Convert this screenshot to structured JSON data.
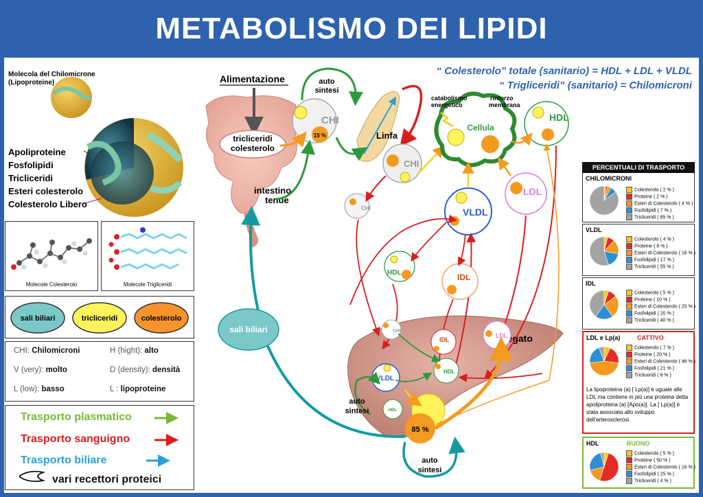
{
  "title": "METABOLISMO DEI LIPIDI",
  "formulas": {
    "total": "“ Colesterolo” totale (sanitario) = HDL + LDL + VLDL",
    "trig": "“ Trigliceridi” (sanitario) = Chilomicroni"
  },
  "molecule": {
    "caption": "Molecola del Chilomicrone (Lipoproteine)",
    "parts": [
      "Apoliproteine",
      "Fosfolipidi",
      "Tricliceridi",
      "Esteri colesterolo",
      "Colesterolo Libero"
    ]
  },
  "mol_captions": {
    "chol": "Molecole Colesterolo",
    "trig": "Molecole Trigliceridi"
  },
  "ovals": {
    "bile": "sali biliari",
    "trig": "tricliceridi",
    "chol": "colesterolo"
  },
  "abbreviations": [
    {
      "k": "CHI:",
      "v": "Chilomicroni"
    },
    {
      "k": "H (hight):",
      "v": "alto"
    },
    {
      "k": "V (very):",
      "v": "molto"
    },
    {
      "k": "D (density):",
      "v": "densità"
    },
    {
      "k": "L (low):",
      "v": "basso"
    },
    {
      "k": "L :",
      "v": "lipoproteine"
    }
  ],
  "transport": {
    "plasma": "Trasporto plasmatico",
    "blood": "Trasporto sanguigno",
    "bile": "Trasporto biliare",
    "receptors": "vari recettori proteici"
  },
  "diagram": {
    "food": "Alimentazione",
    "gut_content": "tricliceridi colesterolo",
    "intestine": "intestino tenue",
    "auto1": "auto sintesi",
    "auto2": "auto sintesi",
    "auto3": "auto sintesi",
    "lymph": "Linfa",
    "catab": "catabolismo energetico",
    "rinforzo": "rinforzo membrana",
    "cell": "Cellula",
    "liver": "Fegato",
    "bile_salts": "sali biliari",
    "chi_pct": "15 %",
    "liver_pct": "85 %",
    "nodes": {
      "chi": "CHI",
      "hdl": "HDL",
      "ldl": "LDL",
      "vldl": "VLDL",
      "idl": "IDL"
    }
  },
  "panel": {
    "header": "PERCENTUALI DI TRASPORTO",
    "cattivo": "CATTIVO",
    "buono": "BUONO",
    "note": "La lipoproteina (a) [ Lp(a)] è uguale alle LDL ma contiene in più una proteina detta apoliproteina (a) [Apo(a)]. La [ Lp(a)] è stata associata allo sviluppo dell'arterosclerosi.",
    "colors": {
      "col": "#f7c81c",
      "pro": "#e42b24",
      "est": "#f39a1f",
      "fos": "#2d8fd5",
      "tri": "#a3a3a3"
    },
    "groups": [
      {
        "name": "CHILOMICRONI",
        "items": [
          "Colesterolo ( 2 % )",
          "Proteine ( 2 % )",
          "Esteri di Colesterolo ( 4 % )",
          "Fosfolipidi ( 7 % )",
          "Tricliceridi ( 85 % )"
        ],
        "values": [
          2,
          2,
          4,
          7,
          85
        ]
      },
      {
        "name": "VLDL",
        "items": [
          "Colesterolo ( 4 % )",
          "Proteine ( 8 % )",
          "Esteri di Colesterolo ( 16 % )",
          "Fosfolipidi ( 17 % )",
          "Tricliceridi ( 55 % )"
        ],
        "values": [
          4,
          8,
          16,
          17,
          55
        ]
      },
      {
        "name": "IDL",
        "items": [
          "Colesterolo ( 5 % )",
          "Proteine ( 10 % )",
          "Esteri di Colesterolo ( 25 % )",
          "Fosfolipidi ( 20 % )",
          "Tricliceridi ( 40 % )"
        ],
        "values": [
          5,
          10,
          25,
          20,
          40
        ]
      },
      {
        "name": "LDL e Lp(a)",
        "items": [
          "Colesterolo ( 7 % )",
          "Proteine ( 20 % )",
          "Esteri di Colesterolo ( 46 % )",
          "Fosfolipidi ( 21 % )",
          "Tricliceridi ( 6 % )"
        ],
        "values": [
          7,
          20,
          46,
          21,
          6
        ]
      },
      {
        "name": "HDL",
        "items": [
          "Colesterolo ( 5 % )",
          "Proteine ( 50 % )",
          "Esteri di Colesterolo ( 16 % )",
          "Fosfolipidi ( 25 % )",
          "Tricliceridi ( 4 % )"
        ],
        "values": [
          5,
          50,
          16,
          25,
          4
        ]
      }
    ]
  }
}
